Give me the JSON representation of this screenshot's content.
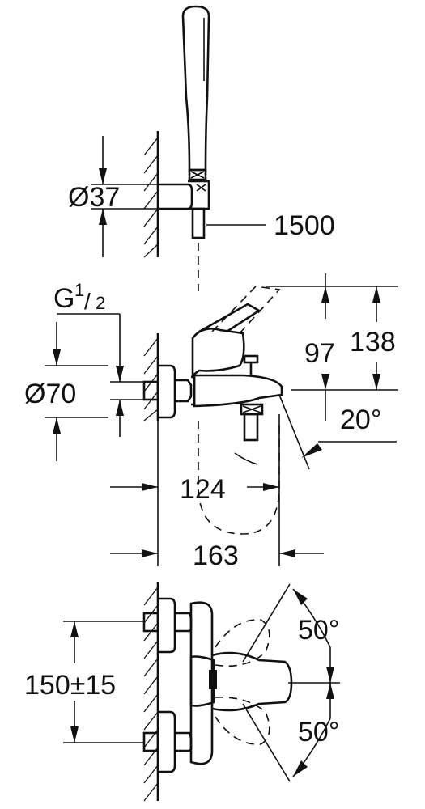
{
  "dimensions": {
    "hand_shower_diameter": "Ø37",
    "hose_length": "1500",
    "thread_size": "G",
    "thread_fraction_num": "1",
    "thread_fraction_den": "2",
    "rosette_diameter": "Ø70",
    "height_97": "97",
    "height_138": "138",
    "spout_angle": "20°",
    "projection_124": "124",
    "projection_163": "163",
    "centre_distance": "150±15",
    "lever_angle_top": "50°",
    "lever_angle_bottom": "50°"
  }
}
